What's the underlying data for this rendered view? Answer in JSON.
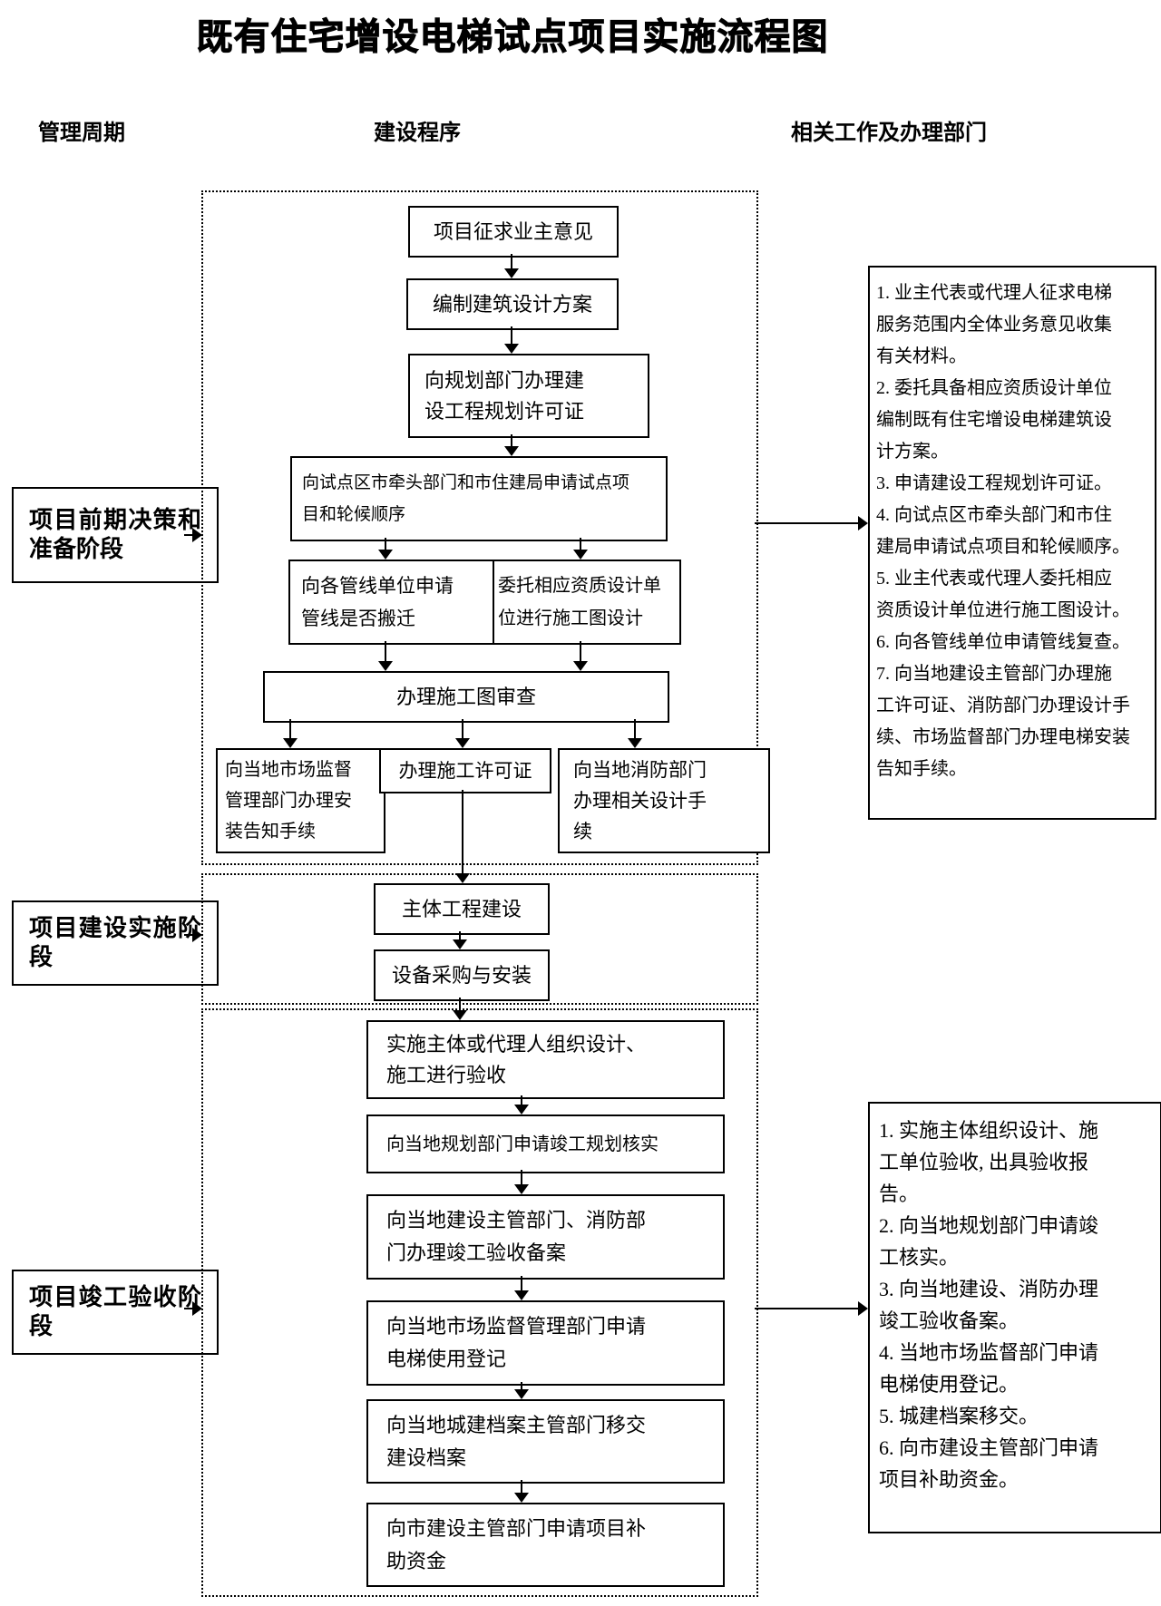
{
  "title": "既有住宅增设电梯试点项目实施流程图",
  "columns": {
    "management_cycle": "管理周期",
    "construction_procedure": "建设程序",
    "related_work": "相关工作及办理部门"
  },
  "stages": [
    {
      "label": "项目前期决策和准备阶段"
    },
    {
      "label": "项目建设实施阶段"
    },
    {
      "label": "项目竣工验收阶段"
    }
  ],
  "flow_section1": {
    "box_seek_opinion": "项目征求业主意见",
    "box_design_scheme": "编制建筑设计方案",
    "box_planning_permit": "向规划部门办理建\n设工程规划许可证",
    "box_pilot_apply": "向试点区市牵头部门和市住建局申请试点项\n目和轮候顺序",
    "box_pipeline_apply": "向各管线单位申请\n管线是否搬迁",
    "box_entrust_design": "委托相应资质设计单\n位进行施工图设计",
    "box_drawing_review": "办理施工图审查",
    "box_market_notice": "向当地市场监督\n管理部门办理安\n装告知手续",
    "box_construction_permit": "办理施工许可证",
    "box_fire_design": "向当地消防部门\n办理相关设计手\n续"
  },
  "flow_section2": {
    "box_main_construction": "主体工程建设",
    "box_equipment_install": "设备采购与安装"
  },
  "flow_section3": {
    "box_org_acceptance": "实施主体或代理人组织设计、\n施工进行验收",
    "box_planning_verify": "向当地规划部门申请竣工规划核实",
    "box_completion_record": "向当地建设主管部门、消防部\n门办理竣工验收备案",
    "box_elevator_register": "向当地市场监督管理部门申请\n电梯使用登记",
    "box_archive_transfer": "向当地城建档案主管部门移交\n建设档案",
    "box_subsidy_apply": "向市建设主管部门申请项目补\n助资金"
  },
  "right_panel_1": {
    "items": [
      "1. 业主代表或代理人征求电梯\n服务范围内全体业务意见收集\n有关材料。",
      "2. 委托具备相应资质设计单位\n编制既有住宅增设电梯建筑设\n计方案。",
      "3. 申请建设工程规划许可证。",
      "4. 向试点区市牵头部门和市住\n建局申请试点项目和轮候顺序。",
      "5. 业主代表或代理人委托相应\n资质设计单位进行施工图设计。",
      "6. 向各管线单位申请管线复查。",
      "7. 向当地建设主管部门办理施\n工许可证、消防部门办理设计手\n续、市场监督部门办理电梯安装\n告知手续。"
    ]
  },
  "right_panel_2": {
    "items": [
      "1. 实施主体组织设计、施\n工单位验收, 出具验收报\n告。",
      "2. 向当地规划部门申请竣\n工核实。",
      "3. 向当地建设、消防办理\n竣工验收备案。",
      "4. 当地市场监督部门申请\n电梯使用登记。",
      "5. 城建档案移交。",
      "6. 向市建设主管部门申请\n项目补助资金。"
    ]
  },
  "colors": {
    "ink": "#000000",
    "background": "#ffffff"
  }
}
